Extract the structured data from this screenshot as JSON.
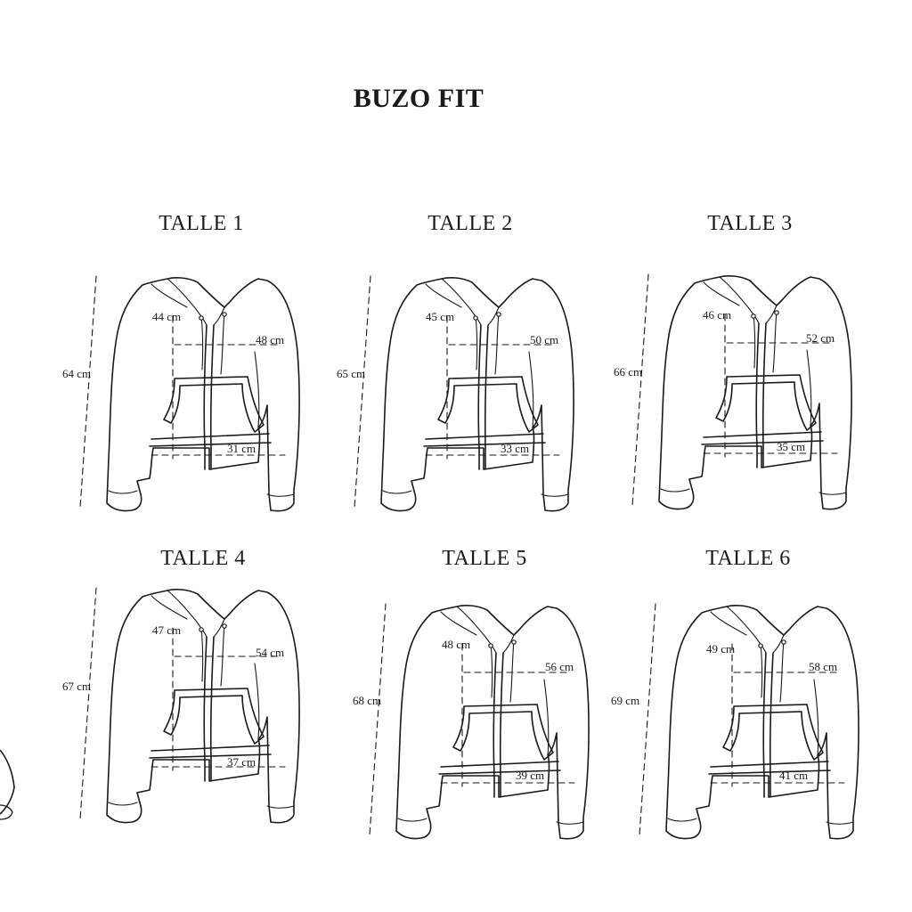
{
  "title": "BUZO FIT",
  "sizes": [
    {
      "label": "TALLE 1",
      "length": "64 cm",
      "sleeve": "44 cm",
      "chest": "48 cm",
      "hem": "31 cm"
    },
    {
      "label": "TALLE 2",
      "length": "65 cm",
      "sleeve": "45 cm",
      "chest": "50 cm",
      "hem": "33 cm"
    },
    {
      "label": "TALLE 3",
      "length": "66 cm",
      "sleeve": "46 cm",
      "chest": "52 cm",
      "hem": "35 cm"
    },
    {
      "label": "TALLE 4",
      "length": "67 cm",
      "sleeve": "47 cm",
      "chest": "54 cm",
      "hem": "37 cm"
    },
    {
      "label": "TALLE 5",
      "length": "68 cm",
      "sleeve": "48 cm",
      "chest": "56 cm",
      "hem": "39 cm"
    },
    {
      "label": "TALLE 6",
      "length": "69 cm",
      "sleeve": "49 cm",
      "chest": "58 cm",
      "hem": "41 cm"
    }
  ]
}
